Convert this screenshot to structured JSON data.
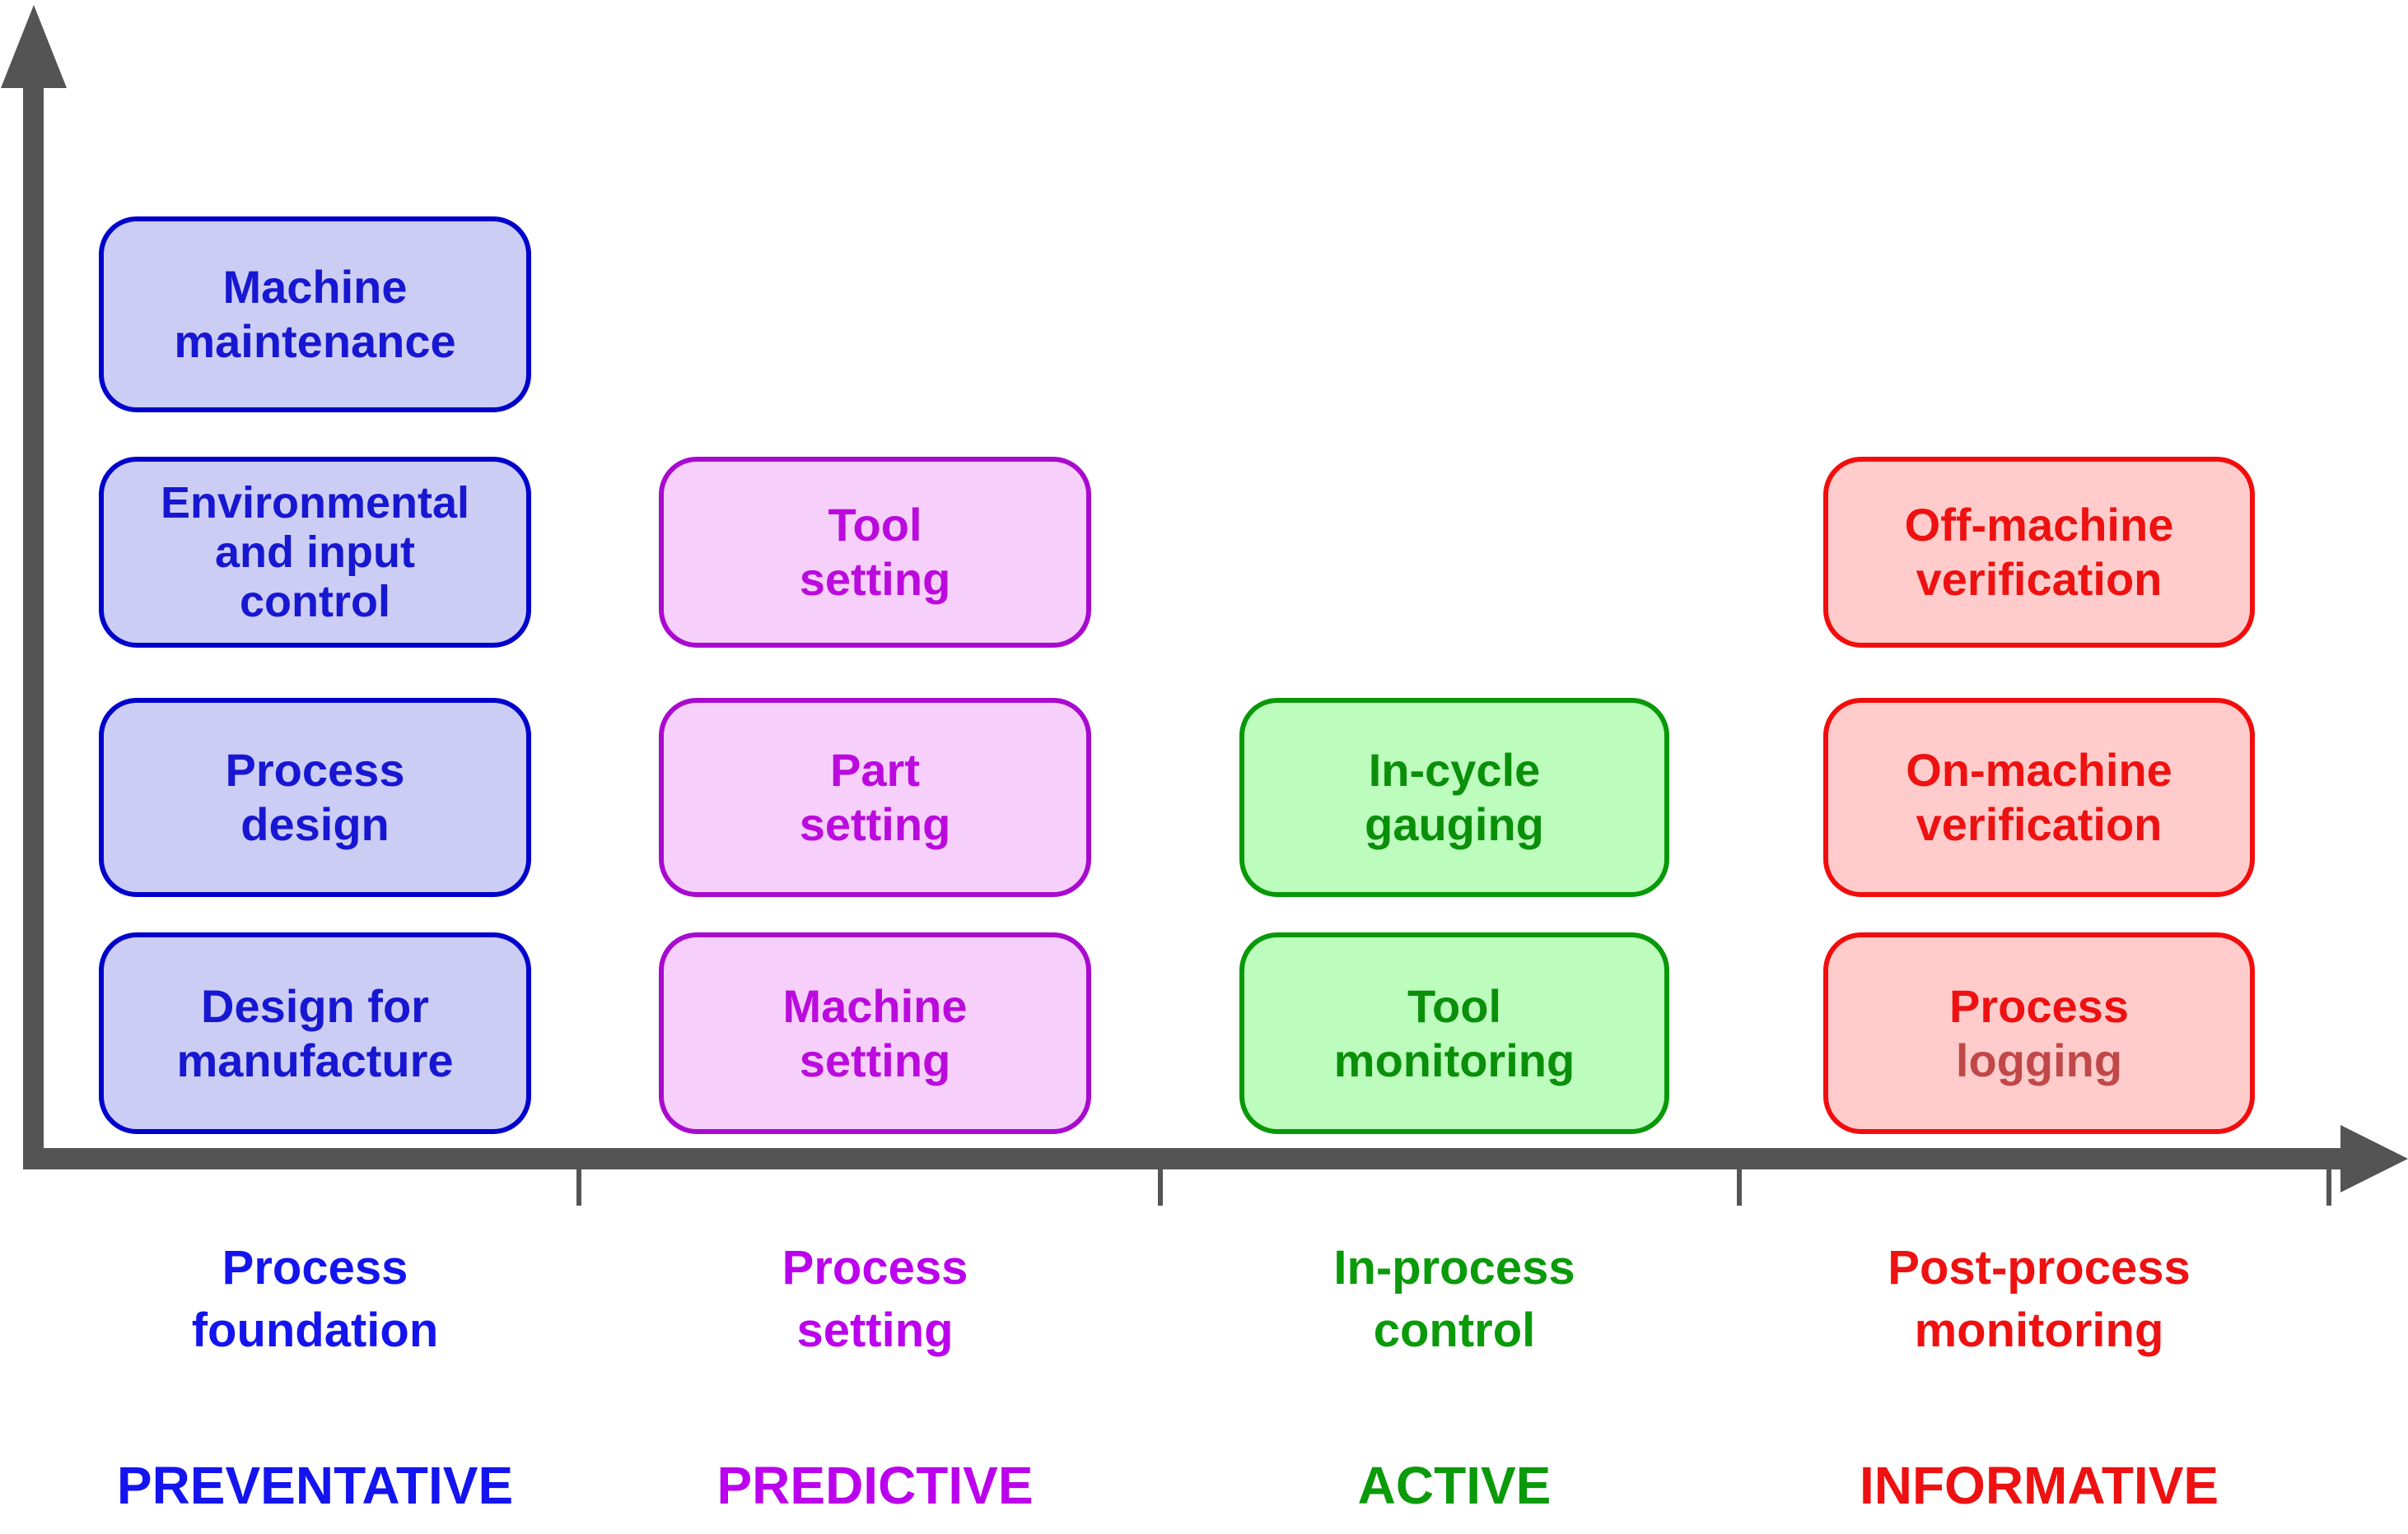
{
  "diagram": {
    "description_axes": {
      "axis_color": "#545454",
      "tick_count": 4
    },
    "columns": [
      {
        "id": "process-foundation",
        "category_label": {
          "lines": [
            "Process",
            "foundation"
          ]
        },
        "type_label": "PREVENTATIVE",
        "colors": {
          "fill": "#cccdf5",
          "border": "#0000cc",
          "text": "#1717d2",
          "label": "#1414ee"
        },
        "boxes": [
          {
            "name": "machine-maintenance",
            "lines": [
              "Machine",
              "maintenance"
            ]
          },
          {
            "name": "environmental-and-input-control",
            "lines": [
              "Environmental",
              "and input",
              "control"
            ]
          },
          {
            "name": "process-design",
            "lines": [
              "Process",
              "design"
            ]
          },
          {
            "name": "design-for-manufacture",
            "lines": [
              "Design for",
              "manufacture"
            ]
          }
        ]
      },
      {
        "id": "process-setting",
        "category_label": {
          "lines": [
            "Process",
            "setting"
          ]
        },
        "type_label": "PREDICTIVE",
        "colors": {
          "fill": "#f6d0fa",
          "border": "#a90acf",
          "text": "#bb0add",
          "label": "#bb00ee"
        },
        "boxes": [
          {
            "name": "tool-setting",
            "lines": [
              "Tool",
              "setting"
            ]
          },
          {
            "name": "part-setting",
            "lines": [
              "Part",
              "setting"
            ]
          },
          {
            "name": "machine-setting",
            "lines": [
              "Machine",
              "setting"
            ]
          }
        ]
      },
      {
        "id": "in-process-control",
        "category_label": {
          "lines": [
            "In-process",
            "control"
          ]
        },
        "type_label": "ACTIVE",
        "colors": {
          "fill": "#bcfcbc",
          "border": "#089808",
          "text": "#0a8f0a",
          "label": "#0a9a0a"
        },
        "boxes": [
          {
            "name": "in-cycle-gauging",
            "lines": [
              "In-cycle",
              "gauging"
            ]
          },
          {
            "name": "tool-monitoring",
            "lines": [
              "Tool",
              "monitoring"
            ]
          }
        ]
      },
      {
        "id": "post-process-monitoring",
        "category_label": {
          "lines": [
            "Post-process",
            "monitoring"
          ]
        },
        "type_label": "INFORMATIVE",
        "colors": {
          "fill": "#ffcccb",
          "border": "#f20d0d",
          "text": "#ee1111",
          "label": "#ee1111",
          "logging_text": "#c04848"
        },
        "boxes": [
          {
            "name": "off-machine-verification",
            "lines": [
              "Off-machine",
              "verification"
            ]
          },
          {
            "name": "on-machine-verification",
            "lines": [
              "On-machine",
              "verification"
            ]
          },
          {
            "name": "process-logging",
            "lines": [
              "Process",
              "logging"
            ]
          }
        ]
      }
    ]
  }
}
